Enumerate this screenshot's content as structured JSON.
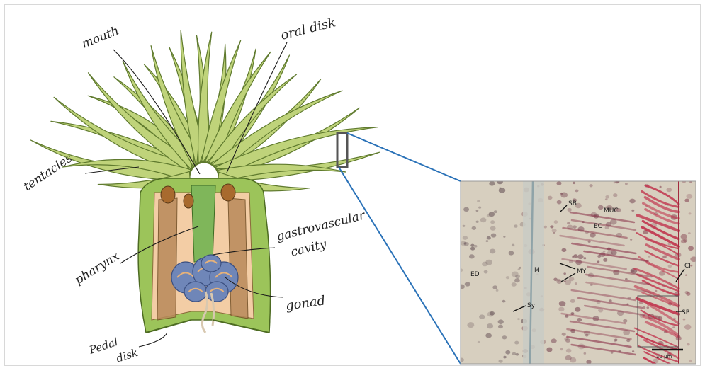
{
  "colors": {
    "tentacle_fill": "#bfd37a",
    "tentacle_stroke": "#5f7a2e",
    "body_wall": "#9cc45a",
    "inner_cavity": "#f3cda5",
    "mesentery": "#b98a5a",
    "pharynx": "#7fb65a",
    "gonad": "#6f86b8",
    "zoom_box": "#555555",
    "zoom_lines": "#2a72b8",
    "micro_bg": "#d7cfbf",
    "stain_red": "#c0304a"
  },
  "labels": {
    "mouth": "mouth",
    "oral_disk": "oral disk",
    "tentacles": "tentacles",
    "pharynx": "pharynx",
    "gastrovascular_1": "gastrovascular",
    "gastrovascular_2": "cavity",
    "gonad": "gonad",
    "pedal_1": "Pedal",
    "pedal_2": "disk"
  },
  "micrograph": {
    "labels": {
      "sb": "SB",
      "muc": "MUC",
      "ec": "EC",
      "ed": "ED",
      "m": "M",
      "my": "MY",
      "sy": "Sy",
      "ci": "CI",
      "sp": "SP"
    },
    "scale_bar": "10 µm"
  }
}
